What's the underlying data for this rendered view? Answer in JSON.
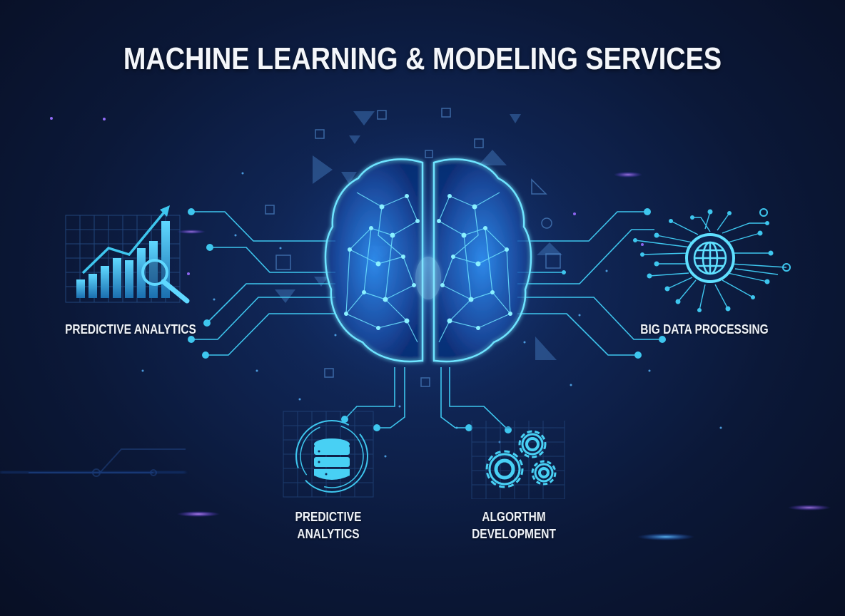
{
  "title": "MACHINE LEARNING & MODELING SERVICES",
  "center": {
    "icon": "brain-icon",
    "description": "glowing neural-network brain"
  },
  "services": [
    {
      "label": "PREDICTIVE ANALYTICS",
      "icon": "bar-chart-magnifier-icon",
      "position": "left"
    },
    {
      "label": "BIG DATA PROCESSING",
      "icon": "globe-circuit-icon",
      "position": "right"
    },
    {
      "label_line1": "PREDICTIVE",
      "label_line2": "ANALYTICS",
      "icon": "database-icon",
      "position": "bottom-left"
    },
    {
      "label_line1": "ALGORTHM",
      "label_line2": "DEVELOPMENT",
      "icon": "gears-icon",
      "position": "bottom-right"
    }
  ],
  "colors": {
    "background": "#0b1838",
    "accent": "#3fc8f0",
    "glow": "#2a8cff",
    "text": "#f4f6fa",
    "purple": "#8a5cff"
  }
}
